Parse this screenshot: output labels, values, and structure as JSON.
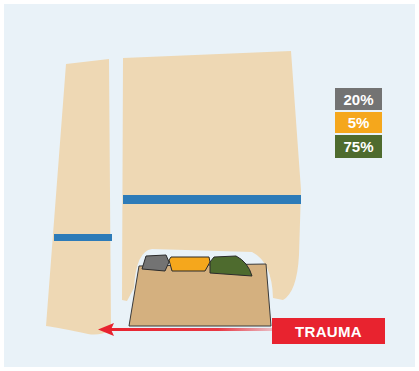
{
  "diagram": {
    "nodes": [
      {
        "text": [
          "TRAUMA"
        ]
      }
    ],
    "legend": [
      {
        "text": "20%",
        "color": "#737373"
      },
      {
        "text": "5%",
        "color": "#f5a71c"
      },
      {
        "text": "75%",
        "color": "#4e6b2e"
      }
    ]
  }
}
